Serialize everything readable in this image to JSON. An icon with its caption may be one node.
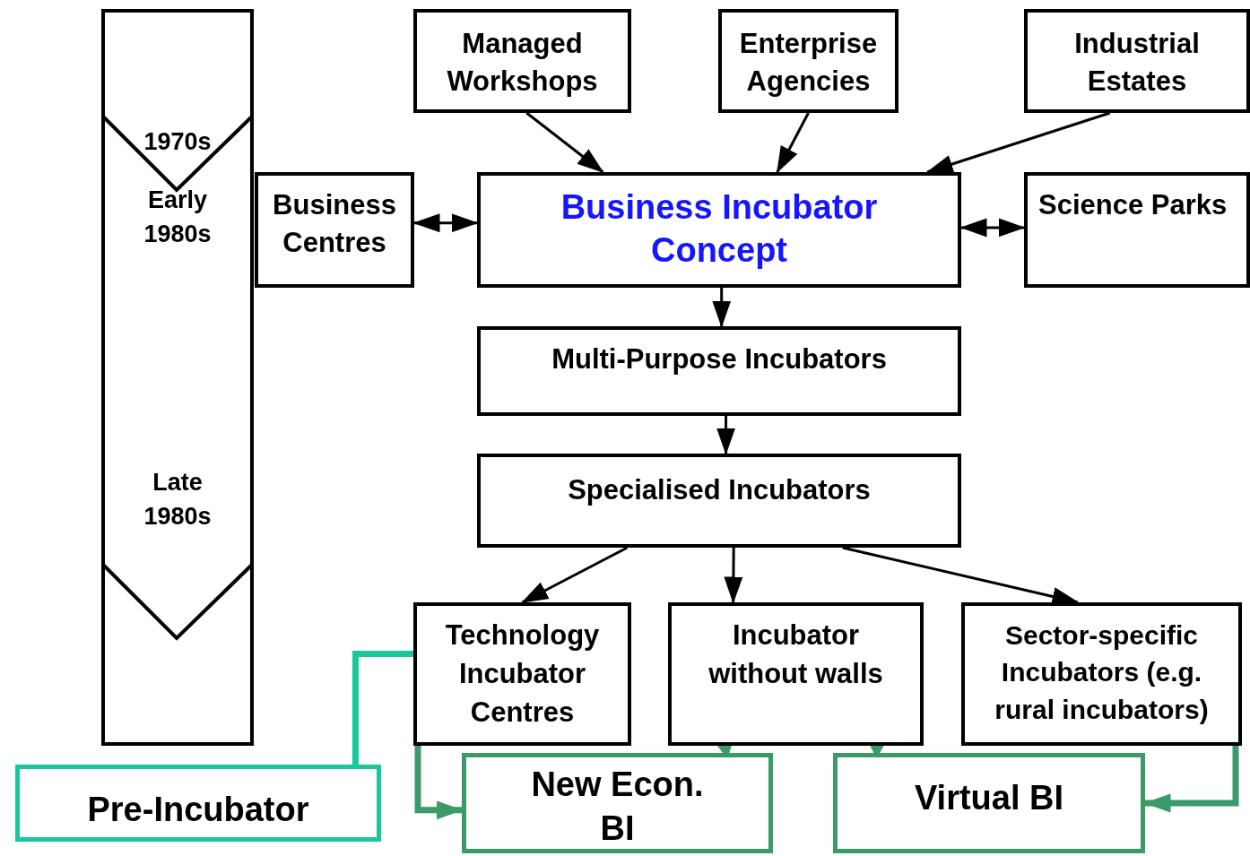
{
  "diagram": {
    "nodes": [
      {
        "text": [
          "1970s",
          "Early 1980s",
          "Late 1980s"
        ]
      },
      {
        "text": [
          "Managed Workshops"
        ]
      },
      {
        "text": [
          "Enterprise Agencies"
        ]
      },
      {
        "text": [
          "Industrial Estates"
        ]
      },
      {
        "text": [
          "Business Centres"
        ]
      },
      {
        "text": [
          "Business Incubator Concept"
        ]
      },
      {
        "text": [
          "Science Parks"
        ]
      },
      {
        "text": [
          "Multi-Purpose Incubators"
        ]
      },
      {
        "text": [
          "Specialised Incubators"
        ]
      },
      {
        "text": [
          "Technology Incubator Centres"
        ]
      },
      {
        "text": [
          "Incubator without walls"
        ]
      },
      {
        "text": [
          "Sector-specific Incubators (e.g. rural incubators)"
        ]
      },
      {
        "text": [
          "Pre-Incubator"
        ]
      },
      {
        "text": [
          "New Econ. BI"
        ]
      },
      {
        "text": [
          "Virtual BI"
        ]
      }
    ],
    "edges": [
      {
        "from": 1,
        "to": 5,
        "arrow": "to"
      },
      {
        "from": 2,
        "to": 5,
        "arrow": "to"
      },
      {
        "from": 3,
        "to": 5,
        "arrow": "to"
      },
      {
        "from": 4,
        "to": 5,
        "arrow": "both"
      },
      {
        "from": 5,
        "to": 6,
        "arrow": "both"
      },
      {
        "from": 5,
        "to": 7,
        "arrow": "to"
      },
      {
        "from": 7,
        "to": 8,
        "arrow": "to"
      },
      {
        "from": 8,
        "to": 9,
        "arrow": "to"
      },
      {
        "from": 8,
        "to": 10,
        "arrow": "to"
      },
      {
        "from": 8,
        "to": 11,
        "arrow": "to"
      },
      {
        "from": 9,
        "to": 13,
        "arrow": "to",
        "style": "thick",
        "color": "#3a9a68"
      },
      {
        "from": 10,
        "to": 13,
        "arrow": "to",
        "style": "thick",
        "color": "#3a9a68"
      },
      {
        "from": 10,
        "to": 14,
        "arrow": "to",
        "style": "thick",
        "color": "#3a9a68"
      },
      {
        "from": 11,
        "to": 14,
        "arrow": "to",
        "style": "thick",
        "color": "#3a9a68"
      },
      {
        "from": 12,
        "to": 9,
        "arrow": "none",
        "style": "thick",
        "color": "#17c99a"
      }
    ]
  }
}
